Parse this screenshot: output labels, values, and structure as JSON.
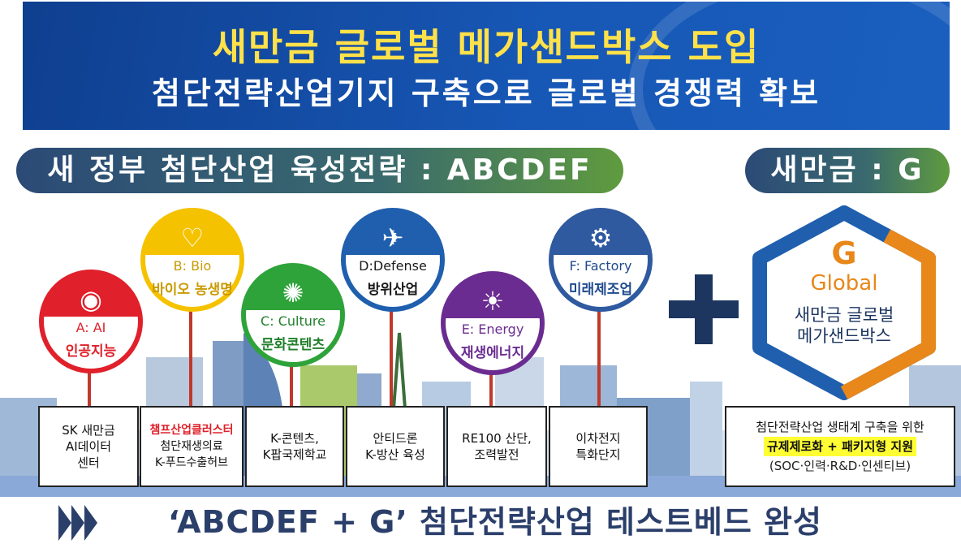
{
  "header": {
    "title": "새만금 글로벌 메가샌드박스 도입",
    "subtitle": "첨단전략산업기지 구축으로 글로벌 경쟁력 확보"
  },
  "pill_left": "새 정부 첨단산업 육성전략 : ABCDEF",
  "pill_right": "새만금 : G",
  "circles": [
    {
      "letter": "A: AI",
      "name": "인공지능",
      "color": "#e0202a",
      "icon": "cctv-camera-icon"
    },
    {
      "letter": "B: Bio",
      "name": "바이오 농생명",
      "color": "#f5c200",
      "icon": "heart-monitor-icon"
    },
    {
      "letter": "C: Culture",
      "name": "문화콘텐츠",
      "color": "#2ea33a",
      "icon": "dot-burst-icon"
    },
    {
      "letter": "D:Defense",
      "name": "방위산업",
      "color": "#1f5fae",
      "icon": "drone-icon"
    },
    {
      "letter": "E: Energy",
      "name": "재생에너지",
      "color": "#6b2c91",
      "icon": "solar-panel-icon"
    },
    {
      "letter": "F: Factory",
      "name": "미래제조업",
      "color": "#2f5aa0",
      "icon": "gears-icon"
    }
  ],
  "boxes": [
    {
      "lines": [
        "SK 새만금",
        "AI데이터",
        "센터"
      ]
    },
    {
      "highlight": "챔프산업클러스터",
      "lines": [
        "첨단재생의료",
        "K-푸드수출허브"
      ]
    },
    {
      "lines": [
        "K-콘텐츠,",
        "K팝국제학교"
      ]
    },
    {
      "lines": [
        "안티드론",
        "K-방산 육성"
      ]
    },
    {
      "lines": [
        "RE100 산단,",
        "조력발전"
      ]
    },
    {
      "lines": [
        "이차전지",
        "특화단지"
      ]
    }
  ],
  "global": {
    "letter": "G",
    "word": "Global",
    "line1": "새만금 글로벌",
    "line2": "메가샌드박스"
  },
  "support_box": {
    "line1": "첨단전략산업 생태계 구축을 위한",
    "highlight": "규제제로화 + 패키지형 지원",
    "line3": "(SOC·인력·R&D·인센티브)"
  },
  "bottom": "‘ABCDEF + G’ 첨단전략산업 테스트베드 완성",
  "colors": {
    "banner": "#1757b5",
    "title_yellow": "#ffe14a",
    "hex_blue": "#1f5fae",
    "hex_orange": "#e8871a",
    "navy": "#1d3660"
  }
}
